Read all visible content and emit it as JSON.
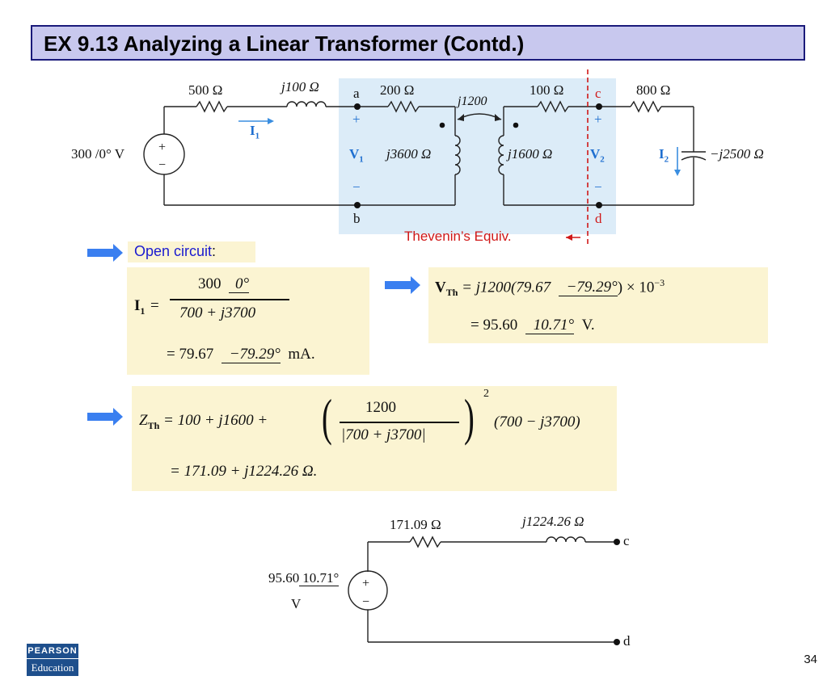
{
  "title": "EX 9.13 Analyzing a Linear Transformer (Contd.)",
  "circuit": {
    "source": "300 /0° V",
    "r1": "500 Ω",
    "l1": "j100 Ω",
    "node_a": "a",
    "node_b": "b",
    "r2": "200 Ω",
    "mutual": "j1200",
    "l_primary": "j3600 Ω",
    "l_secondary": "j1600 Ω",
    "r3": "100 Ω",
    "node_c": "c",
    "node_d": "d",
    "r4": "800 Ω",
    "cap": "−j2500 Ω",
    "i1": "I",
    "i1_sub": "1",
    "i2": "I",
    "i2_sub": "2",
    "v1": "V",
    "v1_sub": "1",
    "v2": "V",
    "v2_sub": "2",
    "plus": "+",
    "minus": "−",
    "thevenin_label": "Thevenin’s Equiv."
  },
  "open_circuit_label": "Open circuit",
  "open_circuit_colon": ":",
  "eq_i1": {
    "lhs": "I",
    "lhs_sub": "1",
    "num": "300",
    "num_angle": "0°",
    "den": "700 + j3700",
    "result_prefix": "= 79.67",
    "result_angle": "−79.29°",
    "result_unit": "mA."
  },
  "eq_vth": {
    "lhs": "V",
    "lhs_sub": "Th",
    "rhs1": "= j1200(79.67",
    "angle1": "−79.29°",
    "rhs1_end": ") × 10",
    "exp": "−3",
    "rhs2": "= 95.60",
    "angle2": "10.71°",
    "rhs2_end": "V."
  },
  "eq_zth": {
    "lhs": "Z",
    "lhs_sub": "Th",
    "rhs_start": "= 100 + j1600 +",
    "frac_num": "1200",
    "frac_den": "|700 + j3700|",
    "power": "2",
    "rhs_end": "(700 − j3700)",
    "result": "= 171.09 + j1224.26 Ω."
  },
  "thevenin_circuit": {
    "source_value": "95.60",
    "source_angle": "10.71°",
    "source_unit": "V",
    "r": "171.09 Ω",
    "l": "j1224.26 Ω",
    "node_c": "c",
    "node_d": "d",
    "plus": "+",
    "minus": "−"
  },
  "logo": {
    "top": "PEARSON",
    "bottom": "Education"
  },
  "slide_number": "34",
  "colors": {
    "accent_red": "#d01818",
    "arrow_blue": "#3a7ff0",
    "highlight": "#fbf4d2",
    "blue_region": "#dcecf8",
    "title_bg": "#c8c8ee"
  }
}
